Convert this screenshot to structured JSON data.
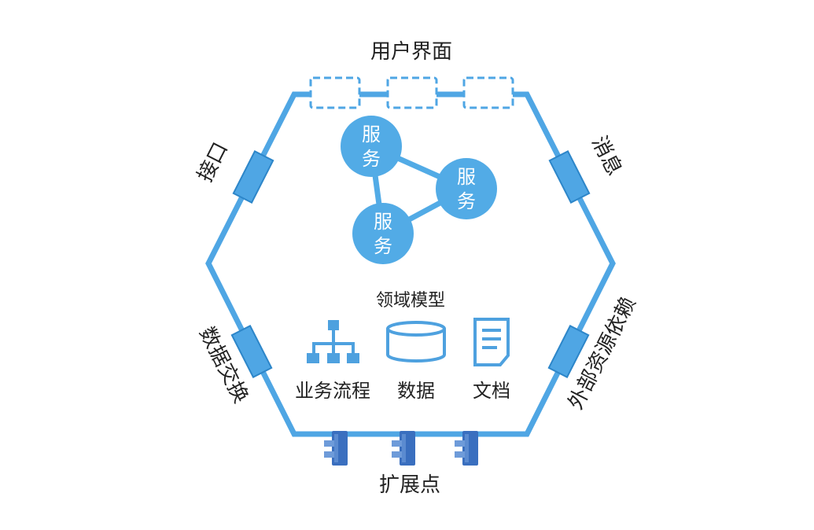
{
  "labels": {
    "top": "用户界面",
    "left_top": "接口",
    "right_top": "消息",
    "left_bottom": "数据交换",
    "right_bottom": "外部资源依赖",
    "bottom": "扩展点",
    "domain_model": "领域模型"
  },
  "services": [
    {
      "line1": "服",
      "line2": "务"
    },
    {
      "line1": "服",
      "line2": "务"
    },
    {
      "line1": "服",
      "line2": "务"
    }
  ],
  "domain_items": [
    {
      "label": "业务流程",
      "icon": "org-chart-icon"
    },
    {
      "label": "数据",
      "icon": "database-icon"
    },
    {
      "label": "文档",
      "icon": "document-icon"
    }
  ],
  "colors": {
    "hexagon": "#4fa6e4",
    "service_fill": "#52abe6",
    "service_link": "#52abe6",
    "icon": "#4ea1df",
    "plug": "#3a6fbf"
  }
}
